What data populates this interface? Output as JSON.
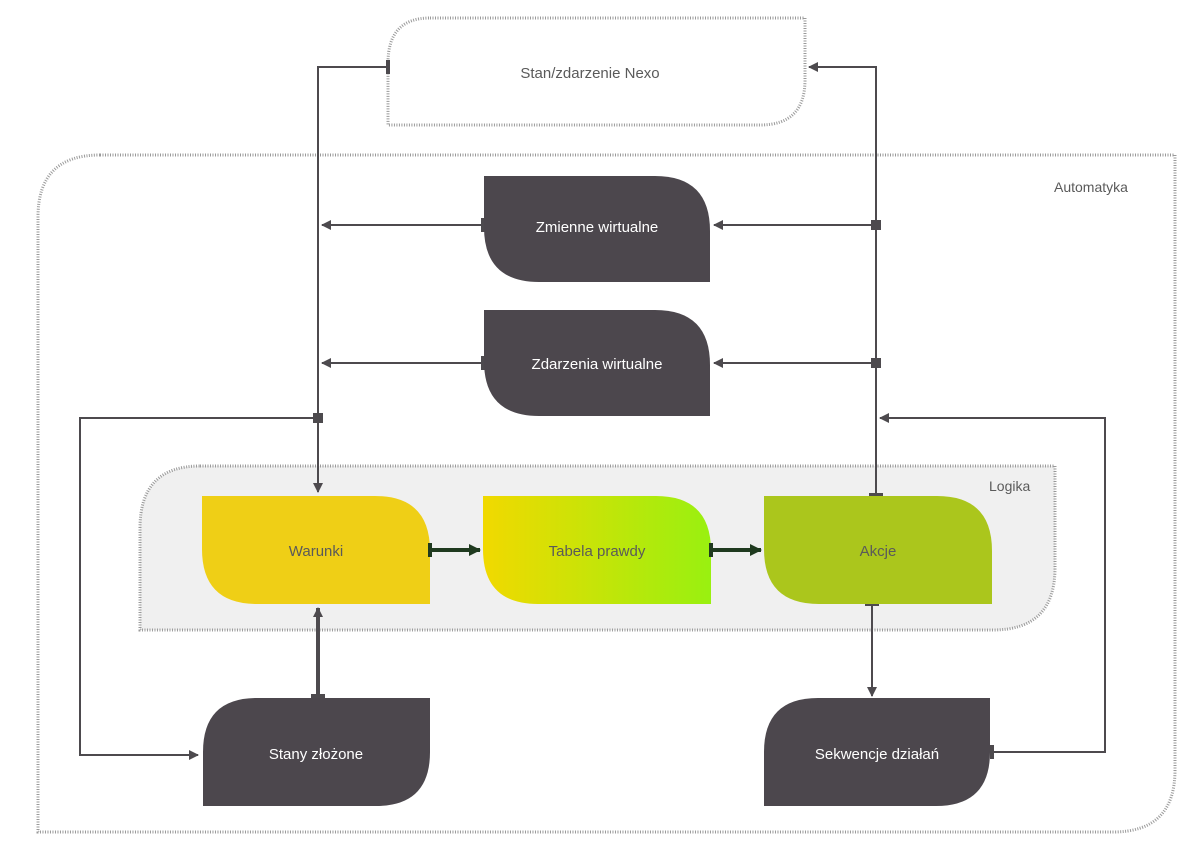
{
  "colors": {
    "dark_node": "#4c474d",
    "dark_text": "#ffffff",
    "light_text": "#5a5a5a",
    "arrow": "#4d4a4e",
    "logic_arrow": "#1f3a1f",
    "border": "#9a9a9a",
    "logic_fill": "#f0f0f0",
    "warunki_fill": "#efcf16",
    "tabela_from": "#f1d900",
    "tabela_to": "#99f010",
    "akcje_fill": "#abc61c"
  },
  "containers": {
    "nexo": "Stan/zdarzenie Nexo",
    "automatyka": "Automatyka",
    "logika": "Logika"
  },
  "nodes": {
    "zmienne": "Zmienne wirtualne",
    "zdarzenia": "Zdarzenia wirtualne",
    "warunki": "Warunki",
    "tabela": "Tabela prawdy",
    "akcje": "Akcje",
    "stany": "Stany złożone",
    "sekwencje": "Sekwencje działań"
  }
}
